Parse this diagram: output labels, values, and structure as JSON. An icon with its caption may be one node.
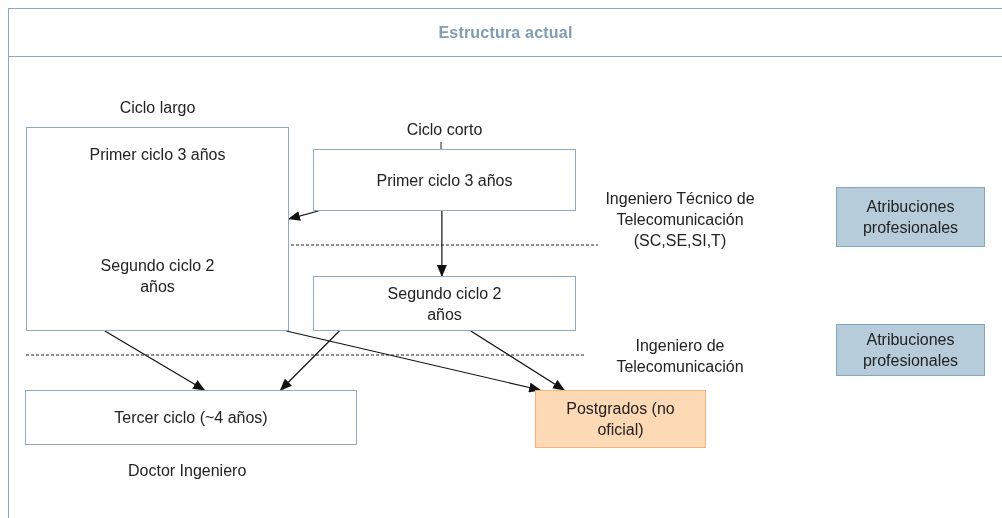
{
  "diagram": {
    "title": "Estructura actual",
    "nodes": [
      {
        "text": [
          "Ciclo largo",
          "Primer ciclo 3 años",
          "Segundo ciclo 2 años"
        ]
      },
      {
        "text": [
          "Ciclo corto",
          "Primer ciclo 3 años"
        ]
      },
      {
        "text": [
          "Segundo ciclo 2 años"
        ]
      },
      {
        "text": [
          "Tercer ciclo (~4 años)"
        ],
        "beside": [
          "Doctor Ingeniero"
        ]
      },
      {
        "text": [
          "Postgrados (no oficial)"
        ]
      },
      {
        "text": [
          "Atribuciones profesionales"
        ]
      },
      {
        "text": [
          "Atribuciones profesionales"
        ]
      }
    ],
    "edges": [
      {
        "from": 1,
        "to": 0,
        "arrow": "to"
      },
      {
        "from": 1,
        "to": 2,
        "arrow": "to"
      },
      {
        "from": 0,
        "to": 3,
        "arrow": "to"
      },
      {
        "from": 2,
        "to": 3,
        "arrow": "to"
      },
      {
        "from": 0,
        "to": 4,
        "arrow": "to"
      },
      {
        "from": 2,
        "to": 4,
        "arrow": "to"
      }
    ],
    "labels": [
      "Ingeniero Técnico de Telecomunicación (SC,SE,SI,T)",
      "Ingeniero de Telecomunicación"
    ]
  }
}
